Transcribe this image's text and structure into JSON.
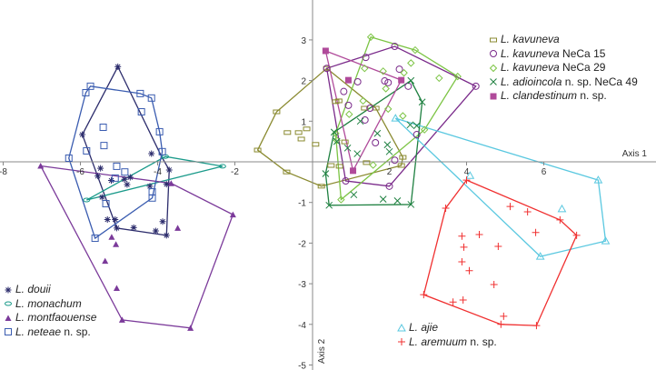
{
  "chart_data": {
    "type": "scatter",
    "xlabel": "Axis 1",
    "ylabel": "Axis 2",
    "xlim": [
      -8.07,
      8.9
    ],
    "ylim": [
      -5.12,
      3.98
    ],
    "xticks": [
      -8,
      -6,
      -4,
      -2,
      2,
      4,
      6
    ],
    "yticks": [
      -5,
      -4,
      -3,
      -2,
      -1,
      1,
      2,
      3
    ],
    "grid": false,
    "series": [
      {
        "name": "L. douii",
        "italic": "L. douii",
        "suffix": "",
        "marker": "asterisk",
        "color": "#2c2c6c",
        "legend": "bottom-left",
        "hull": [
          [
            -5.03,
            2.34
          ],
          [
            -3.9,
            0.13
          ],
          [
            -3.7,
            -0.2
          ],
          [
            -3.77,
            -1.81
          ],
          [
            -5.06,
            -1.63
          ],
          [
            -5.95,
            0.67
          ]
        ],
        "points": [
          [
            -5.03,
            2.34
          ],
          [
            -5.95,
            0.67
          ],
          [
            -5.06,
            -1.63
          ],
          [
            -3.77,
            -1.81
          ],
          [
            -3.7,
            -0.2
          ],
          [
            -4.16,
            0.2
          ],
          [
            -5.48,
            -0.16
          ],
          [
            -5.55,
            -0.35
          ],
          [
            -5.2,
            -0.46
          ],
          [
            -4.86,
            -0.43
          ],
          [
            -4.71,
            -0.38
          ],
          [
            -4.79,
            -0.56
          ],
          [
            -4.2,
            -0.6
          ],
          [
            -3.77,
            -0.55
          ],
          [
            -5.44,
            -0.87
          ],
          [
            -5.3,
            -1.42
          ],
          [
            -5.1,
            -1.42
          ],
          [
            -3.87,
            -1.47
          ],
          [
            -4.62,
            -1.62
          ],
          [
            -4.05,
            -1.7
          ]
        ]
      },
      {
        "name": "L. monachum",
        "italic": "L. monachum",
        "suffix": "",
        "marker": "ellipse",
        "color": "#1a9a8a",
        "legend": "bottom-left",
        "hull": [
          [
            -5.84,
            -0.94
          ],
          [
            -3.8,
            0.13
          ],
          [
            -2.32,
            -0.11
          ]
        ],
        "points": [
          [
            -5.84,
            -0.94
          ],
          [
            -3.8,
            0.13
          ],
          [
            -2.32,
            -0.11
          ]
        ]
      },
      {
        "name": "L. montfaouense",
        "italic": "L. montfaouense",
        "suffix": "",
        "marker": "triangle-filled",
        "color": "#7b3a9a",
        "legend": "bottom-left",
        "hull": [
          [
            -7.03,
            -0.1
          ],
          [
            -3.65,
            -0.53
          ],
          [
            -2.05,
            -1.3
          ],
          [
            -3.15,
            -4.09
          ],
          [
            -4.92,
            -3.89
          ]
        ],
        "points": [
          [
            -7.03,
            -0.1
          ],
          [
            -3.65,
            -0.53
          ],
          [
            -2.05,
            -1.3
          ],
          [
            -3.15,
            -4.09
          ],
          [
            -4.92,
            -3.89
          ],
          [
            -5.19,
            -1.85
          ],
          [
            -5.08,
            -2.03
          ],
          [
            -3.48,
            -1.63
          ],
          [
            -5.36,
            -2.44
          ],
          [
            -5.06,
            -3.11
          ]
        ]
      },
      {
        "name": "L. neteae n. sp.",
        "italic": "L. neteae",
        "suffix": " n. sp.",
        "marker": "square",
        "color": "#3a5cb0",
        "legend": "bottom-left",
        "hull": [
          [
            -6.3,
            0.09
          ],
          [
            -5.86,
            1.7
          ],
          [
            -5.74,
            1.86
          ],
          [
            -4.45,
            1.68
          ],
          [
            -4.16,
            1.57
          ],
          [
            -3.95,
            0.74
          ],
          [
            -3.88,
            0.25
          ],
          [
            -4.14,
            -0.89
          ],
          [
            -5.62,
            -1.88
          ]
        ],
        "points": [
          [
            -6.3,
            0.09
          ],
          [
            -5.86,
            1.7
          ],
          [
            -5.74,
            1.86
          ],
          [
            -4.45,
            1.68
          ],
          [
            -4.16,
            1.57
          ],
          [
            -4.42,
            1.23
          ],
          [
            -3.95,
            0.74
          ],
          [
            -3.88,
            0.25
          ],
          [
            -5.41,
            0.85
          ],
          [
            -5.39,
            0.4
          ],
          [
            -5.84,
            0.27
          ],
          [
            -5.06,
            -0.11
          ],
          [
            -4.85,
            -0.25
          ],
          [
            -5.1,
            -0.4
          ],
          [
            -4.14,
            -0.74
          ],
          [
            -4.14,
            -0.89
          ],
          [
            -5.34,
            -1.03
          ],
          [
            -5.62,
            -1.88
          ]
        ]
      },
      {
        "name": "L. kavuneva",
        "italic": "L. kavuneva",
        "suffix": "",
        "marker": "rect",
        "color": "#8a8a30",
        "legend": "top-right",
        "hull": [
          [
            -1.41,
            0.29
          ],
          [
            -0.92,
            1.23
          ],
          [
            0.38,
            2.3
          ],
          [
            1.65,
            1.32
          ],
          [
            2.35,
            0.11
          ],
          [
            2.31,
            -0.09
          ],
          [
            0.24,
            -0.6
          ],
          [
            -0.66,
            -0.25
          ]
        ],
        "points": [
          [
            -1.41,
            0.29
          ],
          [
            -0.92,
            1.23
          ],
          [
            0.38,
            2.3
          ],
          [
            1.65,
            1.32
          ],
          [
            2.35,
            0.11
          ],
          [
            2.31,
            -0.09
          ],
          [
            0.24,
            -0.6
          ],
          [
            -0.66,
            -0.25
          ],
          [
            -0.64,
            0.72
          ],
          [
            -0.35,
            0.72
          ],
          [
            -0.28,
            0.56
          ],
          [
            -0.14,
            0.81
          ],
          [
            0.09,
            0.43
          ],
          [
            0.61,
            1.48
          ],
          [
            0.69,
            1.5
          ],
          [
            0.85,
            0.49
          ],
          [
            0.49,
            -0.09
          ],
          [
            0.71,
            -0.11
          ],
          [
            1.41,
            -0.02
          ],
          [
            1.36,
            1.32
          ]
        ]
      },
      {
        "name": "L. kavuneva NeCa 15",
        "italic": "L. kavuneva",
        "suffix": " NeCa 15",
        "marker": "circle",
        "color": "#7a2a8a",
        "legend": "top-right",
        "hull": [
          [
            0.38,
            2.3
          ],
          [
            2.14,
            2.84
          ],
          [
            4.24,
            1.86
          ],
          [
            2.0,
            -0.6
          ],
          [
            0.87,
            -0.47
          ]
        ],
        "points": [
          [
            0.38,
            2.3
          ],
          [
            2.14,
            2.84
          ],
          [
            4.24,
            1.86
          ],
          [
            2.0,
            -0.6
          ],
          [
            0.87,
            -0.47
          ],
          [
            1.39,
            2.57
          ],
          [
            1.18,
            1.97
          ],
          [
            1.88,
            1.99
          ],
          [
            1.97,
            1.95
          ],
          [
            2.26,
            2.28
          ],
          [
            2.49,
            1.86
          ],
          [
            0.82,
            1.73
          ],
          [
            0.94,
            1.39
          ],
          [
            1.5,
            1.32
          ],
          [
            1.37,
            1.03
          ],
          [
            1.64,
            0.47
          ],
          [
            2.71,
            0.67
          ],
          [
            2.14,
            0.04
          ]
        ]
      },
      {
        "name": "L. kavuneva NeCa 29",
        "italic": "L. kavuneva",
        "suffix": " NeCa 29",
        "marker": "diamond",
        "color": "#7cc444",
        "legend": "top-right",
        "hull": [
          [
            1.52,
            3.07
          ],
          [
            2.67,
            2.75
          ],
          [
            3.77,
            2.1
          ],
          [
            2.91,
            0.79
          ],
          [
            0.75,
            -0.93
          ],
          [
            0.61,
            0.7
          ]
        ],
        "points": [
          [
            1.52,
            3.07
          ],
          [
            2.67,
            2.75
          ],
          [
            3.77,
            2.1
          ],
          [
            2.91,
            0.79
          ],
          [
            0.75,
            -0.93
          ],
          [
            0.61,
            0.7
          ],
          [
            1.36,
            2.3
          ],
          [
            1.84,
            2.23
          ],
          [
            1.91,
            1.8
          ],
          [
            2.38,
            2.19
          ],
          [
            2.56,
            2.43
          ],
          [
            3.29,
            2.06
          ],
          [
            1.32,
            1.5
          ],
          [
            0.96,
            1.17
          ],
          [
            1.97,
            1.3
          ],
          [
            2.35,
            1.13
          ],
          [
            1.58,
            -0.08
          ],
          [
            0.64,
            0.53
          ]
        ]
      },
      {
        "name": "L. adioincola n. sp. NeCa 49",
        "italic": "L. adioincola",
        "suffix": " n. sp. NeCa 49",
        "marker": "x",
        "color": "#1e8040",
        "legend": "top-right",
        "hull": [
          [
            2.56,
            2.0
          ],
          [
            2.85,
            1.47
          ],
          [
            2.56,
            -1.05
          ],
          [
            0.44,
            -1.07
          ],
          [
            0.35,
            -0.29
          ],
          [
            0.57,
            0.73
          ]
        ],
        "points": [
          [
            2.56,
            2.0
          ],
          [
            2.85,
            1.47
          ],
          [
            2.56,
            -1.05
          ],
          [
            0.44,
            -1.07
          ],
          [
            0.35,
            -0.29
          ],
          [
            0.57,
            0.73
          ],
          [
            1.25,
            1.0
          ],
          [
            1.69,
            0.7
          ],
          [
            1.95,
            0.42
          ],
          [
            2.0,
            0.25
          ],
          [
            0.92,
            0.34
          ],
          [
            1.17,
            0.2
          ],
          [
            0.64,
            0.5
          ],
          [
            2.54,
            0.91
          ],
          [
            2.71,
            0.89
          ],
          [
            1.08,
            -0.81
          ],
          [
            1.84,
            -0.92
          ],
          [
            2.21,
            -0.96
          ]
        ]
      },
      {
        "name": "L. clandestinum n. sp.",
        "italic": "L. clandestinum",
        "suffix": " n. sp.",
        "marker": "square-filled",
        "color": "#b04a9a",
        "legend": "top-right",
        "hull": [
          [
            0.35,
            2.73
          ],
          [
            2.31,
            2.01
          ],
          [
            1.06,
            -0.22
          ]
        ],
        "points": [
          [
            0.35,
            2.73
          ],
          [
            2.31,
            2.01
          ],
          [
            1.06,
            -0.22
          ],
          [
            0.94,
            2.01
          ]
        ]
      },
      {
        "name": "L. ajie",
        "italic": "L. ajie",
        "suffix": "",
        "marker": "triangle",
        "color": "#5ac8e0",
        "legend": "bottom-center",
        "hull": [
          [
            2.16,
            1.07
          ],
          [
            7.41,
            -0.45
          ],
          [
            7.6,
            -1.95
          ],
          [
            5.91,
            -2.33
          ]
        ],
        "points": [
          [
            2.16,
            1.07
          ],
          [
            7.41,
            -0.45
          ],
          [
            7.6,
            -1.95
          ],
          [
            5.91,
            -2.33
          ],
          [
            4.09,
            -0.34
          ],
          [
            6.47,
            -1.16
          ]
        ]
      },
      {
        "name": "L. aremuum n. sp.",
        "italic": "L. aremuum",
        "suffix": " n. sp.",
        "marker": "plus",
        "color": "#f03030",
        "legend": "bottom-center",
        "hull": [
          [
            4.0,
            -0.45
          ],
          [
            6.42,
            -1.43
          ],
          [
            6.85,
            -1.81
          ],
          [
            5.81,
            -4.03
          ],
          [
            4.89,
            -4.0
          ],
          [
            2.89,
            -3.27
          ],
          [
            3.46,
            -1.14
          ]
        ],
        "points": [
          [
            4.0,
            -0.45
          ],
          [
            6.42,
            -1.43
          ],
          [
            6.85,
            -1.81
          ],
          [
            5.81,
            -4.03
          ],
          [
            4.89,
            -4.0
          ],
          [
            2.89,
            -3.27
          ],
          [
            3.46,
            -1.14
          ],
          [
            5.13,
            -1.1
          ],
          [
            5.58,
            -1.23
          ],
          [
            5.79,
            -1.74
          ],
          [
            3.88,
            -1.83
          ],
          [
            4.33,
            -1.79
          ],
          [
            3.93,
            -2.1
          ],
          [
            4.82,
            -2.08
          ],
          [
            3.88,
            -2.46
          ],
          [
            4.07,
            -2.68
          ],
          [
            4.71,
            -3.02
          ],
          [
            3.65,
            -3.45
          ],
          [
            3.91,
            -3.4
          ],
          [
            4.96,
            -3.8
          ]
        ]
      }
    ]
  }
}
